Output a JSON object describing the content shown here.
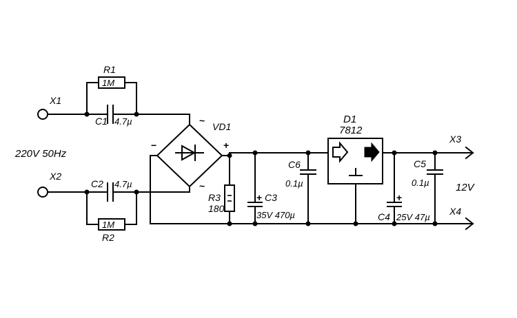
{
  "diagram": {
    "terminals": {
      "x1": "X1",
      "x2": "X2",
      "x3": "X3",
      "x4": "X4"
    },
    "input_label": "220V 50Hz",
    "output_label": "12V",
    "components": {
      "r1": {
        "name": "R1",
        "value": "1M"
      },
      "r2": {
        "name": "R2",
        "value": "1M"
      },
      "c1": {
        "name": "C1",
        "value": "4.7µ"
      },
      "c2": {
        "name": "C2",
        "value": "4.7µ"
      },
      "vd1": {
        "name": "VD1"
      },
      "r3": {
        "name": "R3",
        "value": "180"
      },
      "c3": {
        "name": "C3",
        "value": "35V 470µ"
      },
      "c6": {
        "name": "C6",
        "value": "0.1µ"
      },
      "d1": {
        "name": "D1",
        "value": "7812"
      },
      "c4": {
        "name": "C4",
        "value": "25V 47µ"
      },
      "c5": {
        "name": "C5",
        "value": "0.1µ"
      }
    },
    "signs": {
      "bridge_minus": "−",
      "bridge_plus": "+",
      "ac_top": "~",
      "ac_bottom": "~",
      "c3_plus": "+",
      "c4_plus": "+"
    }
  }
}
